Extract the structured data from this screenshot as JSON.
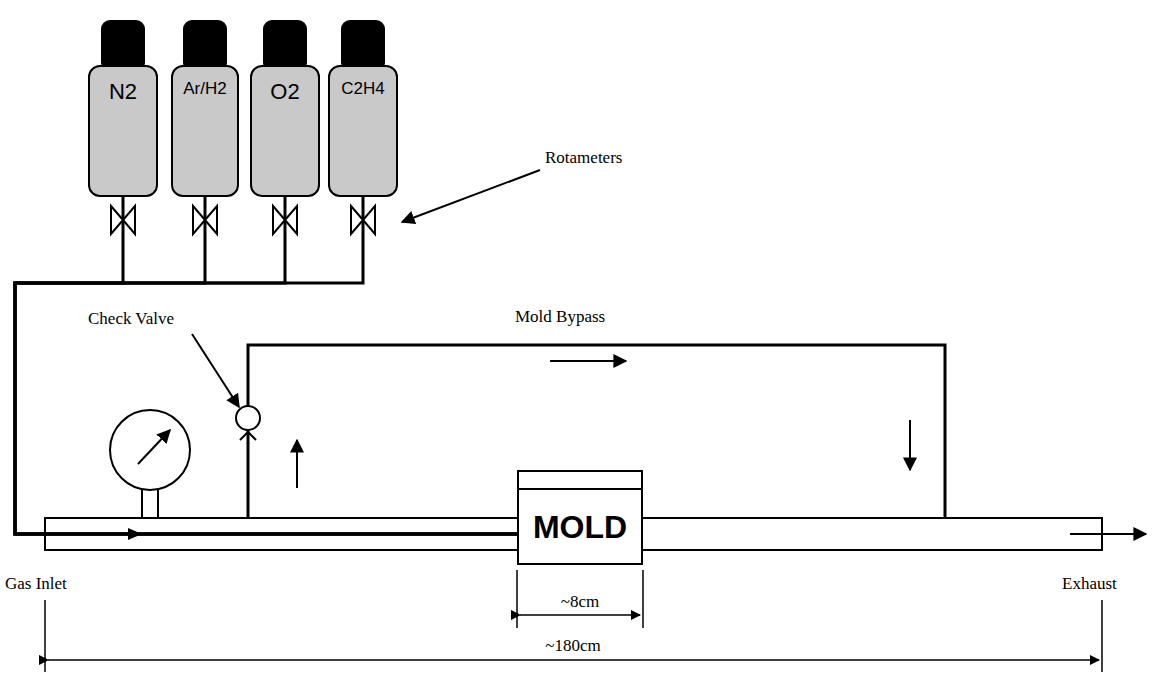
{
  "diagram": {
    "nodes": [
      {
        "text": [
          "N2"
        ]
      },
      {
        "text": [
          "Ar/H2"
        ]
      },
      {
        "text": [
          "O2"
        ]
      },
      {
        "text": [
          "C2H4"
        ]
      },
      {
        "text": [
          "MOLD"
        ]
      }
    ],
    "edges": [
      {
        "from": 0,
        "to": 4,
        "arrow": "none"
      },
      {
        "from": 1,
        "to": 4,
        "arrow": "none"
      },
      {
        "from": 2,
        "to": 4,
        "arrow": "none"
      },
      {
        "from": 3,
        "to": 4,
        "arrow": "none"
      }
    ],
    "labels": [
      "Rotameters",
      "Mold Bypass",
      "Check Valve",
      "Gas Inlet",
      "Exhaust",
      "~8cm",
      "~180cm"
    ]
  }
}
